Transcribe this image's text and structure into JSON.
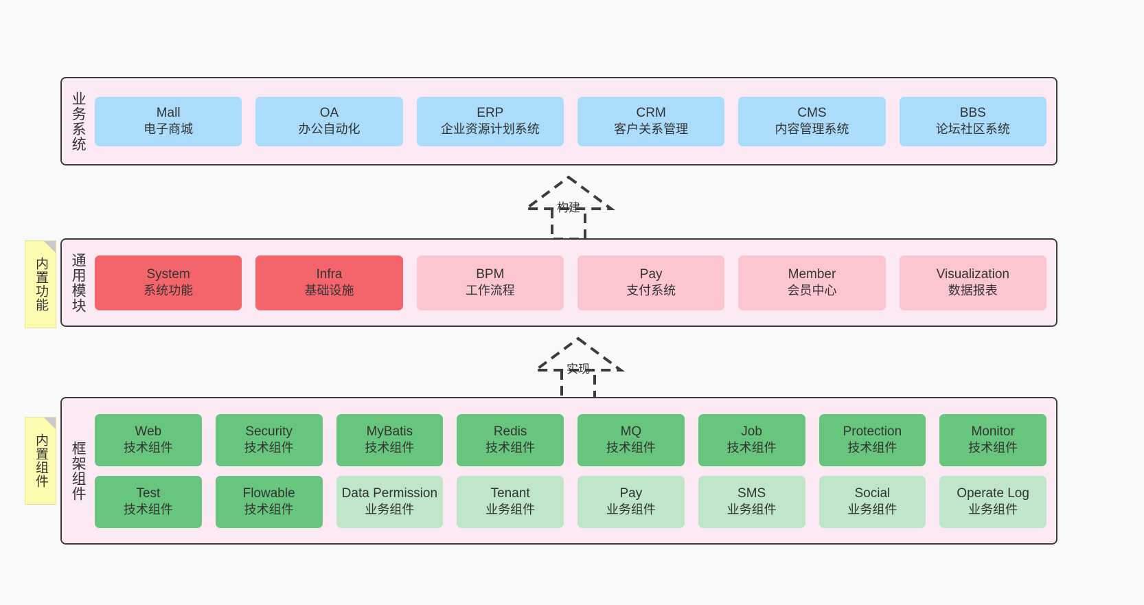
{
  "diagram": {
    "title": "",
    "background_color": "#f9f9f9",
    "layer_fill": "#fbeaf4",
    "layer_border": "#3c3c3c"
  },
  "layers": [
    {
      "id": "business",
      "title": "业务系统",
      "rows": [
        {
          "style": "biz",
          "color": "#abdcfb",
          "cells": [
            {
              "name": "Mall",
              "sub": "电子商城"
            },
            {
              "name": "OA",
              "sub": "办公自动化"
            },
            {
              "name": "ERP",
              "sub": "企业资源计划系统"
            },
            {
              "name": "CRM",
              "sub": "客户关系管理"
            },
            {
              "name": "CMS",
              "sub": "内容管理系统"
            },
            {
              "name": "BBS",
              "sub": "论坛社区系统"
            }
          ]
        }
      ]
    },
    {
      "id": "modules",
      "title": "通用模块",
      "sticky": "内置功能",
      "rows": [
        {
          "cells": [
            {
              "name": "System",
              "sub": "系统功能",
              "style": "mod-strong",
              "color": "#f4646b"
            },
            {
              "name": "Infra",
              "sub": "基础设施",
              "style": "mod-strong",
              "color": "#f4646b"
            },
            {
              "name": "BPM",
              "sub": "工作流程",
              "style": "mod-light",
              "color": "#fbc6cf"
            },
            {
              "name": "Pay",
              "sub": "支付系统",
              "style": "mod-light",
              "color": "#fbc6cf"
            },
            {
              "name": "Member",
              "sub": "会员中心",
              "style": "mod-light",
              "color": "#fbc6cf"
            },
            {
              "name": "Visualization",
              "sub": "数据报表",
              "style": "mod-light",
              "color": "#fbc6cf"
            }
          ]
        }
      ]
    },
    {
      "id": "framework",
      "title": "框架组件",
      "sticky": "内置组件",
      "rows": [
        {
          "cells": [
            {
              "name": "Web",
              "sub": "技术组件",
              "style": "tech",
              "color": "#67c57e"
            },
            {
              "name": "Security",
              "sub": "技术组件",
              "style": "tech",
              "color": "#67c57e"
            },
            {
              "name": "MyBatis",
              "sub": "技术组件",
              "style": "tech",
              "color": "#67c57e"
            },
            {
              "name": "Redis",
              "sub": "技术组件",
              "style": "tech",
              "color": "#67c57e"
            },
            {
              "name": "MQ",
              "sub": "技术组件",
              "style": "tech",
              "color": "#67c57e"
            },
            {
              "name": "Job",
              "sub": "技术组件",
              "style": "tech",
              "color": "#67c57e"
            },
            {
              "name": "Protection",
              "sub": "技术组件",
              "style": "tech",
              "color": "#67c57e"
            },
            {
              "name": "Monitor",
              "sub": "技术组件",
              "style": "tech",
              "color": "#67c57e"
            }
          ]
        },
        {
          "cells": [
            {
              "name": "Test",
              "sub": "技术组件",
              "style": "tech",
              "color": "#67c57e"
            },
            {
              "name": "Flowable",
              "sub": "技术组件",
              "style": "tech",
              "color": "#67c57e"
            },
            {
              "name": "Data Permission",
              "sub": "业务组件",
              "style": "busi",
              "color": "#bfe6c8"
            },
            {
              "name": "Tenant",
              "sub": "业务组件",
              "style": "busi",
              "color": "#bfe6c8"
            },
            {
              "name": "Pay",
              "sub": "业务组件",
              "style": "busi",
              "color": "#bfe6c8"
            },
            {
              "name": "SMS",
              "sub": "业务组件",
              "style": "busi",
              "color": "#bfe6c8"
            },
            {
              "name": "Social",
              "sub": "业务组件",
              "style": "busi",
              "color": "#bfe6c8"
            },
            {
              "name": "Operate Log",
              "sub": "业务组件",
              "style": "busi",
              "color": "#bfe6c8"
            }
          ]
        }
      ]
    }
  ],
  "connectors": [
    {
      "id": "build",
      "label": "构建",
      "style": "dashed-hollow-arrow",
      "from": "通用模块",
      "to": "业务系统"
    },
    {
      "id": "impl",
      "label": "实现",
      "style": "dashed-hollow-arrow",
      "from": "框架组件",
      "to": "通用模块"
    }
  ]
}
